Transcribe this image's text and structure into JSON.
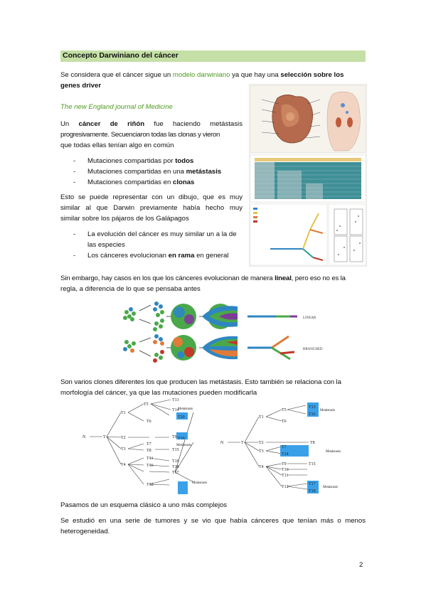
{
  "heading": "Concepto Darwiniano del cáncer",
  "intro": {
    "t1": "Se considera que el cáncer sigue un ",
    "t2": "modelo darwiniano",
    "t3": " ya que hay una ",
    "t4": "selección sobre los",
    "t5": "genes driver"
  },
  "journal": "The new England journal of Medicine",
  "kidney": {
    "a1": "Un ",
    "a2": "cáncer de riñón",
    "a3": " fue haciendo metástasis",
    "line2": "progresivamente. Secuenciaron todas las clonas y vieron",
    "line3": "que todas ellas tenían algo en común"
  },
  "mutations": [
    {
      "pre": "Mutaciones compartidas por ",
      "bold": "todos"
    },
    {
      "pre": "Mutaciones compartidas en una ",
      "bold": "metástasis"
    },
    {
      "pre": "Mutaciones compartidas en ",
      "bold": "clonas"
    }
  ],
  "darwin": {
    "line1": "Esto se puede representar con un dibujo, que es muy",
    "line2": "similar al que Darwin previamente había hecho muy",
    "line3": "similar sobre los pájaros de los Galápagos"
  },
  "evolution": {
    "item1_line1": "La evolución del cáncer es muy similar un a la de",
    "item1_line2": "las especies",
    "item2_pre": "Los cánceres evolucionan ",
    "item2_bold": "en rama",
    "item2_post": " en general"
  },
  "linear_para": {
    "l1a": "Sin embargo, hay casos en los que los cánceres evolucionan de manera ",
    "l1b": "lineal",
    "l1c": ", pero eso no es la",
    "l2": "regla, a diferencia de lo que se pensaba antes"
  },
  "figure_labels": {
    "linear": "LINEAR",
    "branched": "BRANCHED"
  },
  "clones_para": {
    "l1": "Son varios clones diferentes los que producen las metástasis. Esto también se relaciona con la",
    "l2": "morfología del cáncer, ya que las mutaciones pueden modificarla"
  },
  "tree": {
    "metastasis": "Metástasis",
    "left": {
      "N": "N",
      "T": "T",
      "T1": "T1",
      "T2": "T2",
      "T3": "T3",
      "T4": "T4",
      "T5": "T5",
      "T6": "T6",
      "T7": "T7",
      "T8": "T8",
      "T9": "T9",
      "T10": "T10",
      "T11": "T11",
      "T12": "T12",
      "T13": "T13",
      "T14": "T14",
      "T15": "T15",
      "T16": "T16",
      "T17": "T17",
      "T18": "T18",
      "T19": "T19",
      "T20": "T20"
    },
    "right": {
      "N": "N",
      "T": "T",
      "T1": "T1",
      "T2": "T2",
      "T3": "T3",
      "T4": "T4",
      "T5": "T5",
      "T6": "T6",
      "T7": "T7",
      "T8": "T8",
      "T9": "T9",
      "T10": "T10",
      "T11": "T11",
      "T12": "T12",
      "T13": "T13",
      "T14": "T14",
      "T15": "T15",
      "T16": "T16",
      "T17": "T17",
      "T18": "T18"
    }
  },
  "scheme": "Pasamos de un esquema clásico a uno más complejos",
  "final": {
    "l1": "Se estudió en una serie de tumores y se vio que había cánceres que tenían más o menos",
    "l2": "heterogeneidad."
  },
  "page_number": "2",
  "colors": {
    "heading_bg": "#c5e0a6",
    "accent_green": "#4e9a1e",
    "metastasis_blue": "#3aa0e8"
  }
}
